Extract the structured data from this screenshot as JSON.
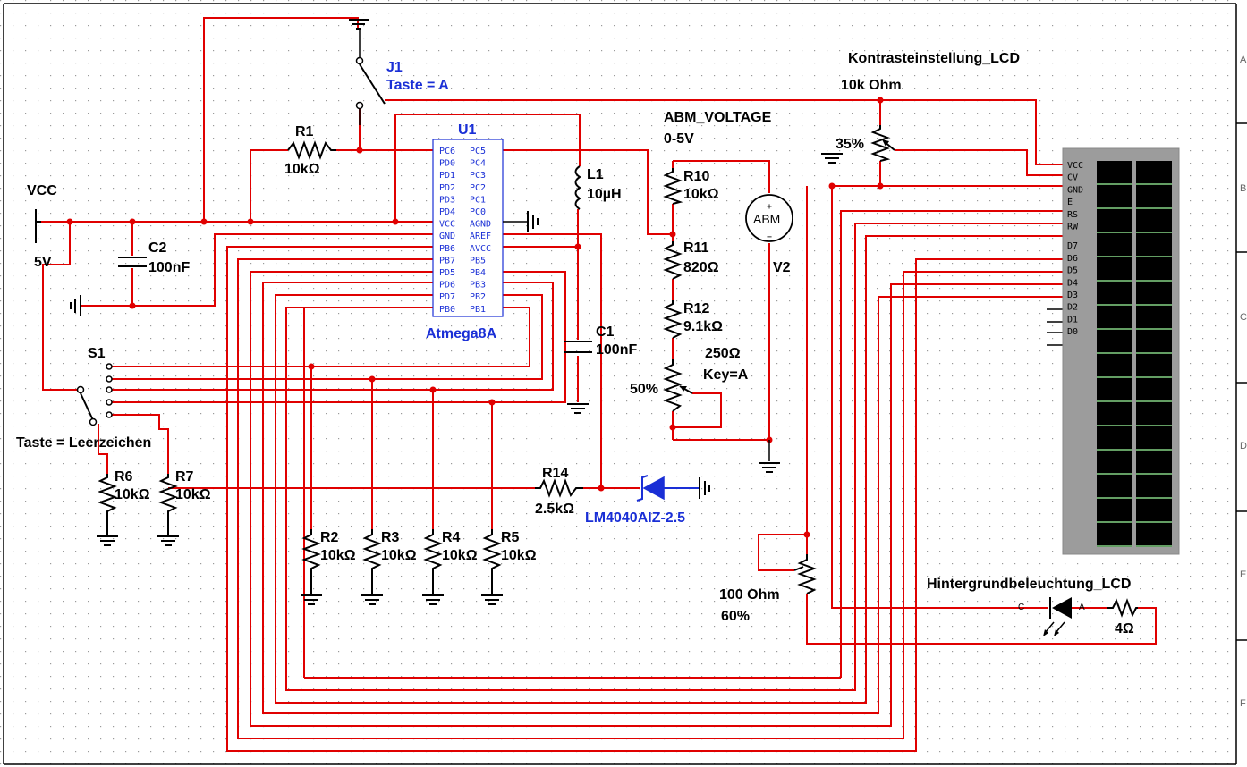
{
  "schematic": {
    "vcc": {
      "name": "VCC",
      "value": "5V"
    },
    "u1": {
      "ref": "U1",
      "part": "Atmega8A",
      "left_pins": [
        "PC6",
        "PD0",
        "PD1",
        "PD2",
        "PD3",
        "PD4",
        "VCC",
        "GND",
        "PB6",
        "PB7",
        "PD5",
        "PD6",
        "PD7",
        "PB0"
      ],
      "right_pins": [
        "PC5",
        "PC4",
        "PC3",
        "PC2",
        "PC1",
        "PC0",
        "AGND",
        "AREF",
        "AVCC",
        "PB5",
        "PB4",
        "PB3",
        "PB2",
        "PB1"
      ]
    },
    "j1": {
      "ref": "J1",
      "key": "Taste = A"
    },
    "s1": {
      "ref": "S1",
      "key": "Taste = Leerzeichen"
    },
    "r1": {
      "ref": "R1",
      "value": "10kΩ"
    },
    "c2": {
      "ref": "C2",
      "value": "100nF"
    },
    "l1": {
      "ref": "L1",
      "value": "10µH"
    },
    "c1": {
      "ref": "C1",
      "value": "100nF"
    },
    "abm": {
      "title": "ABM_VOLTAGE",
      "range": "0-5V",
      "symbol": "ABM",
      "ref": "V2"
    },
    "r10": {
      "ref": "R10",
      "value": "10kΩ"
    },
    "r11": {
      "ref": "R11",
      "value": "820Ω"
    },
    "r12": {
      "ref": "R12",
      "value": "9.1kΩ"
    },
    "pot_key": {
      "value": "250Ω",
      "key": "Key=A",
      "percent": "50%"
    },
    "r6": {
      "ref": "R6",
      "value": "10kΩ"
    },
    "r7": {
      "ref": "R7",
      "value": "10kΩ"
    },
    "r2": {
      "ref": "R2",
      "value": "10kΩ"
    },
    "r3": {
      "ref": "R3",
      "value": "10kΩ"
    },
    "r4": {
      "ref": "R4",
      "value": "10kΩ"
    },
    "r5": {
      "ref": "R5",
      "value": "10kΩ"
    },
    "r14": {
      "ref": "R14",
      "value": "2.5kΩ"
    },
    "diode": {
      "part": "LM4040AIZ-2.5"
    },
    "contrast": {
      "title": "Kontrasteinstellung_LCD",
      "value": "10k Ohm",
      "percent": "35%"
    },
    "backlight_pot": {
      "value": "100 Ohm",
      "percent": "60%"
    },
    "backlight": {
      "title": "Hintergrundbeleuchtung_LCD",
      "resistor": "4Ω",
      "cathode": "C",
      "anode": "A"
    },
    "lcd_pins": [
      "VCC",
      "CV",
      "GND",
      "E",
      "RS",
      "RW",
      "D7",
      "D6",
      "D5",
      "D4",
      "D3",
      "D2",
      "D1",
      "D0"
    ],
    "ruler_letters": [
      "A",
      "B",
      "C",
      "D",
      "E",
      "F"
    ]
  }
}
